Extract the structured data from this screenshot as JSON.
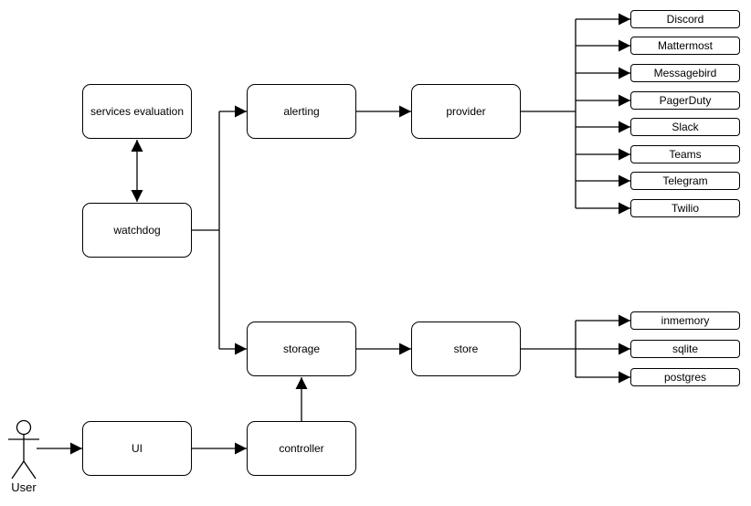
{
  "diagram": {
    "nodes": {
      "services_evaluation": {
        "label": "services evaluation"
      },
      "watchdog": {
        "label": "watchdog"
      },
      "alerting": {
        "label": "alerting"
      },
      "provider": {
        "label": "provider"
      },
      "storage": {
        "label": "storage"
      },
      "store": {
        "label": "store"
      },
      "ui": {
        "label": "UI"
      },
      "controller": {
        "label": "controller"
      }
    },
    "providers": [
      {
        "label": "Discord"
      },
      {
        "label": "Mattermost"
      },
      {
        "label": "Messagebird"
      },
      {
        "label": "PagerDuty"
      },
      {
        "label": "Slack"
      },
      {
        "label": "Teams"
      },
      {
        "label": "Telegram"
      },
      {
        "label": "Twilio"
      }
    ],
    "stores": [
      {
        "label": "inmemory"
      },
      {
        "label": "sqlite"
      },
      {
        "label": "postgres"
      }
    ],
    "actor": {
      "label": "User"
    },
    "colors": {
      "stroke": "#000000",
      "node_fill": "#ffffff",
      "background": "#ffffff"
    }
  }
}
